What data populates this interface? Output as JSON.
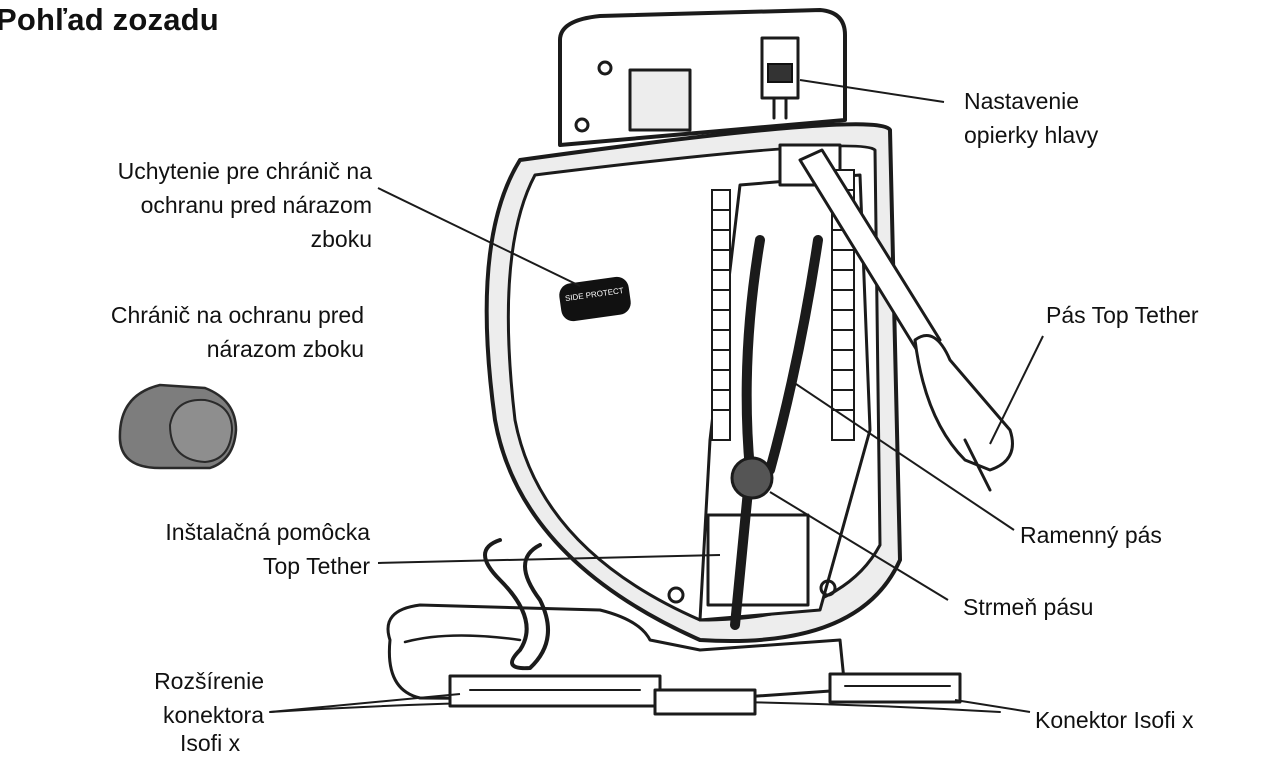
{
  "title": "Pohľad zozadu",
  "labels": {
    "headrest_adjust": "Nastavenie\nopierky hlavy",
    "side_impact_mount": "Uchytenie pre chránič na\nochranu pred nárazom\nzboku",
    "side_impact_protector": "Chránič na ochranu pred\nnárazom zboku",
    "top_tether_strap": "Pás Top Tether",
    "top_tether_aid": "Inštalačná pomôcka\nTop Tether",
    "shoulder_belt": "Ramenný pás",
    "belt_stirrup": "Strmeň pásu",
    "isofix_extension": "Rozšírenie\nkonektora",
    "isofix_extension_2": "Isofi x",
    "isofix_connector": "Konektor Isofi x"
  },
  "badge_text": "SIDE PROTECT"
}
